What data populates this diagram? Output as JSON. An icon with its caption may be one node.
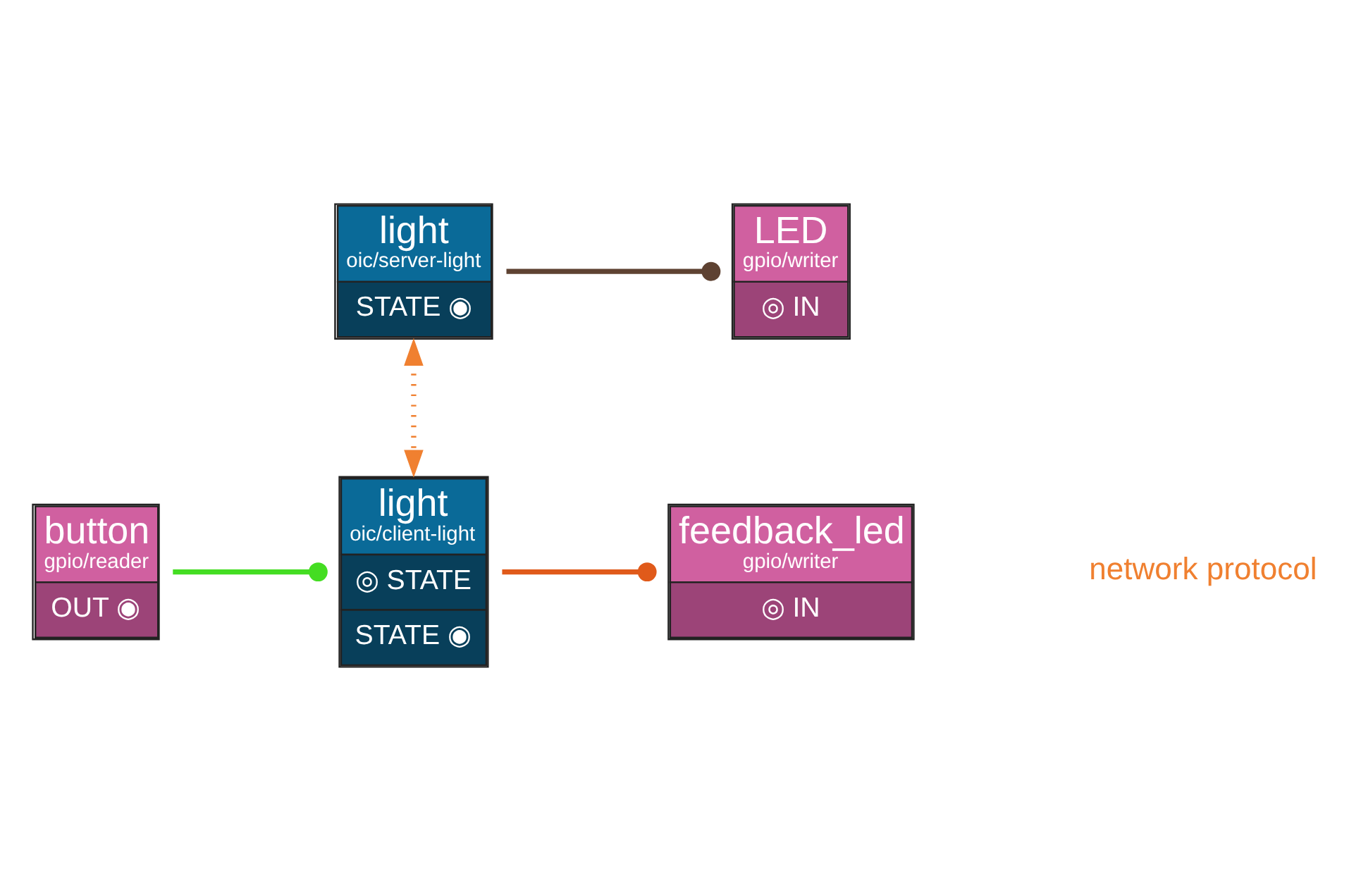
{
  "diagram": {
    "nodes": [
      {
        "text": [
          "light",
          "oic/server-light",
          "STATE ◉"
        ]
      },
      {
        "text": [
          "LED",
          "gpio/writer",
          "◎ IN"
        ]
      },
      {
        "text": [
          "button",
          "gpio/reader",
          "OUT ◉"
        ]
      },
      {
        "text": [
          "light",
          "oic/client-light",
          "◎ STATE",
          "STATE ◉"
        ]
      },
      {
        "text": [
          "feedback_led",
          "gpio/writer",
          "◎ IN"
        ]
      }
    ],
    "edges": [
      {
        "from": 0,
        "to": 1,
        "arrow": "other",
        "color": "#5e4232"
      },
      {
        "from": 0,
        "to": 3,
        "arrow": "both",
        "style": "dashed",
        "color": "#f08030"
      },
      {
        "from": 2,
        "to": 3,
        "arrow": "other",
        "color": "#44dd22"
      },
      {
        "from": 3,
        "to": 4,
        "arrow": "other",
        "color": "#e05a1a"
      }
    ],
    "labels": [
      "network protocol"
    ]
  }
}
